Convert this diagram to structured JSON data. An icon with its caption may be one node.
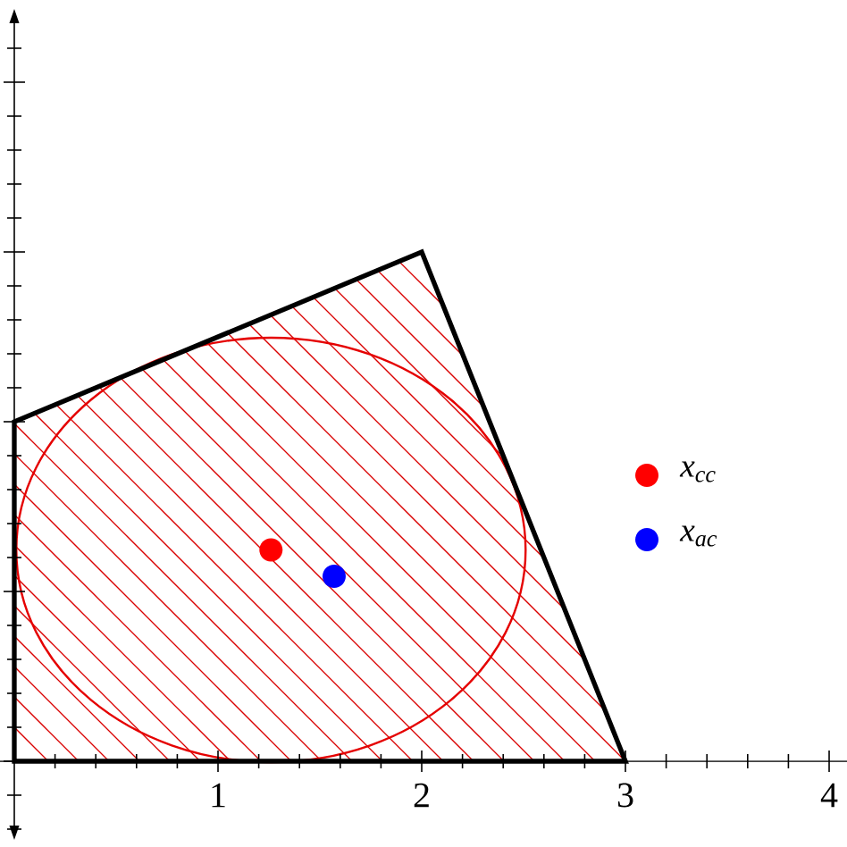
{
  "diagram": {
    "labels": [
      "1",
      "2",
      "3",
      "4"
    ],
    "legend": [
      {
        "text": "x$_{cc}$",
        "color": "#ff0000"
      },
      {
        "text": "x$_{ac}$",
        "color": "#0000ff"
      }
    ]
  }
}
